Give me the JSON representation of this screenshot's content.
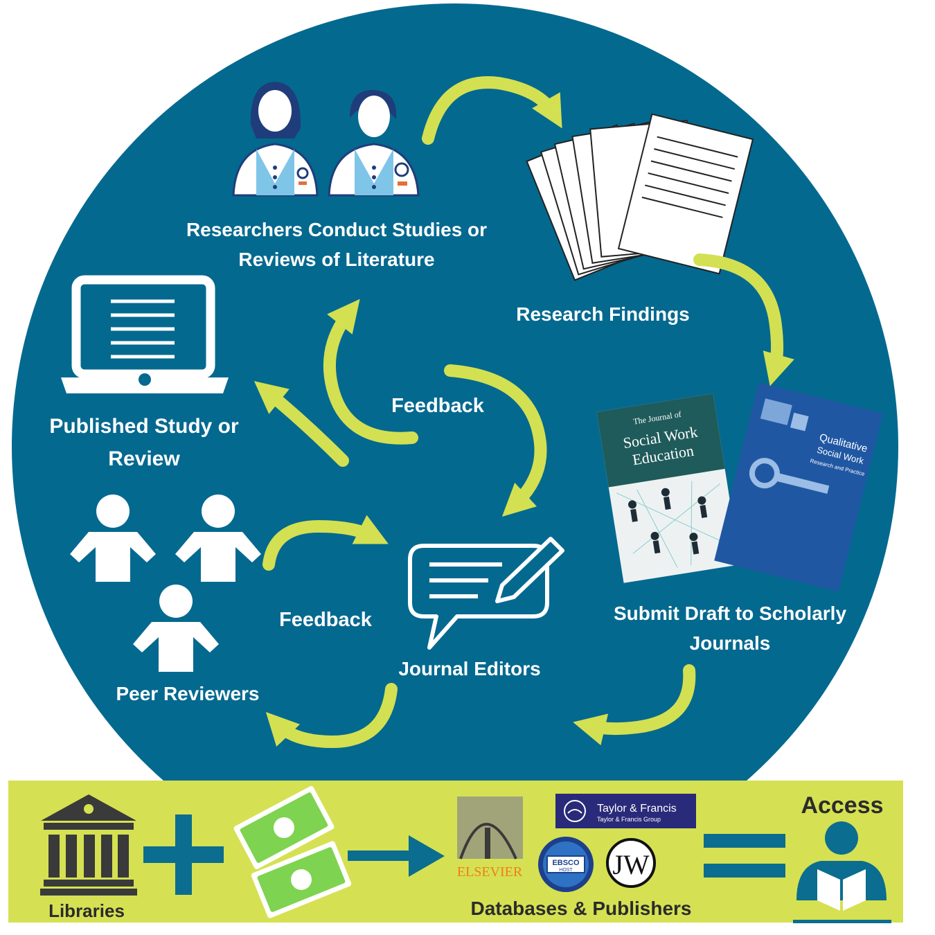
{
  "labels": {
    "researchers": "Researchers Conduct Studies or Reviews of  Literature",
    "findings": "Research Findings",
    "submit": "Submit Draft to Scholarly Journals",
    "editors": "Journal Editors",
    "reviewers": "Peer Reviewers",
    "published": "Published Study or Review",
    "feedback_top": "Feedback",
    "feedback_bottom": "Feedback"
  },
  "bottom": {
    "libraries": "Libraries",
    "databases": "Databases & Publishers",
    "access": "Access"
  },
  "journals": {
    "swe": {
      "line1": "The Journal of",
      "title": "Social Work Education"
    },
    "qsw": {
      "title": "Qualitative Social Work",
      "sub": "Research and Practice"
    }
  },
  "logos": {
    "elsevier": "ELSEVIER",
    "tf_title": "Taylor & Francis",
    "tf_sub": "Taylor & Francis Group",
    "ebsco": "EBSCO",
    "ebsco_sub": "HOST",
    "wiley": "JW"
  },
  "colors": {
    "circle": "#04698f",
    "arrow": "#d3e052",
    "band": "#d5e152",
    "icon_blue": "#0b6d8f",
    "money": "#7ed350"
  }
}
